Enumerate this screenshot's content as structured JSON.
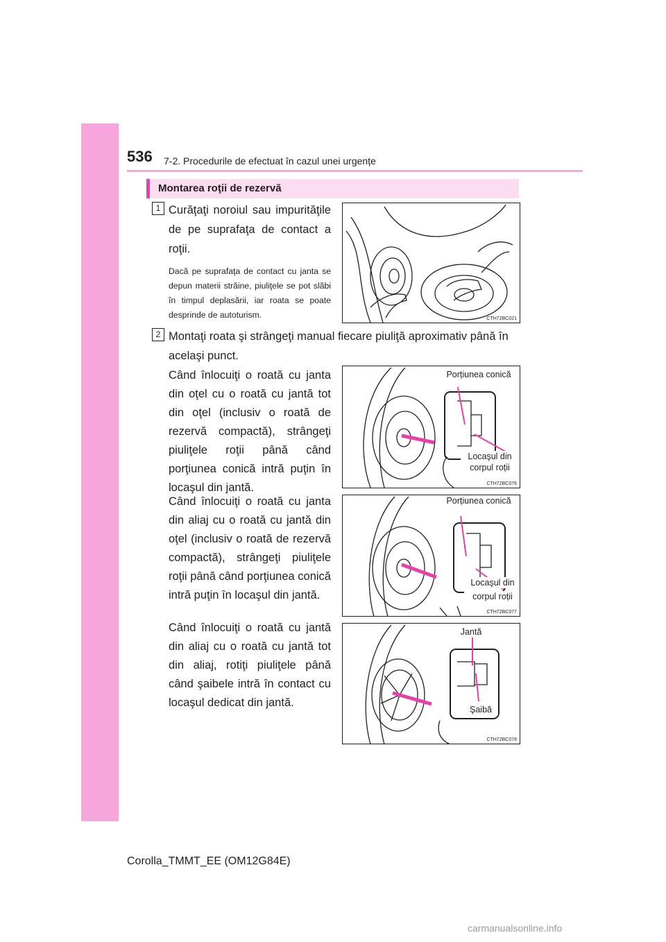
{
  "header": {
    "page_number": "536",
    "title": "7-2. Procedurile de efectuat în cazul unei urgențe"
  },
  "section": {
    "title": "Montarea roţii de rezervă"
  },
  "steps": [
    {
      "number": "1",
      "text": "Curăţaţi noroiul sau impurităţile de pe suprafaţa de contact a roţii.",
      "note": "Dacă pe suprafaţa de contact cu janta se depun materii străine, piuliţele se pot slăbi în timpul deplasării, iar roata se poate desprinde de autoturism.",
      "figure_code": "CTH72BC021"
    },
    {
      "number": "2",
      "text": "Montaţi roata şi strângeţi manual fiecare piuliţă aproximativ până în acelaşi punct."
    }
  ],
  "cases": [
    {
      "text": "Când înlocuiţi o roată cu janta din oţel cu o roată cu jantă tot din oţel (inclusiv o roată de rezervă compactă), strângeţi piuliţele roţii până când porţiunea conică intră puţin în locaşul din jantă.",
      "figure_code": "CTH72BC076",
      "label_top": "Porțiunea conică",
      "label_bottom_1": "Locaşul din",
      "label_bottom_2": "corpul roții"
    },
    {
      "text": "Când înlocuiţi o roată cu janta din aliaj cu o roată cu jantă din oţel (inclusiv o roată de rezervă compactă), strângeţi piuliţele roţii până când porţiunea conică intră puţin în locaşul din jantă.",
      "figure_code": "CTH72BC077",
      "label_top": "Porțiunea conică",
      "label_bottom_1": "Locaşul din",
      "label_bottom_2": "corpul roții"
    },
    {
      "text": "Când înlocuiţi o roată cu jantă din aliaj cu o roată cu jantă tot din aliaj, rotiţi piuliţele până când şaibele intră în contact cu locaşul dedicat din jantă.",
      "figure_code": "CTH72BC078",
      "label_top": "Jantă",
      "label_bottom": "Şaibă"
    }
  ],
  "footer": {
    "text": "Corolla_TMMT_EE (OM12G84E)"
  },
  "watermark": {
    "text": "carmanualsonline.info"
  },
  "colors": {
    "sidebar": "#f6a6dd",
    "accent": "#ea3ea8",
    "section_bg": "#fbdcf0"
  }
}
